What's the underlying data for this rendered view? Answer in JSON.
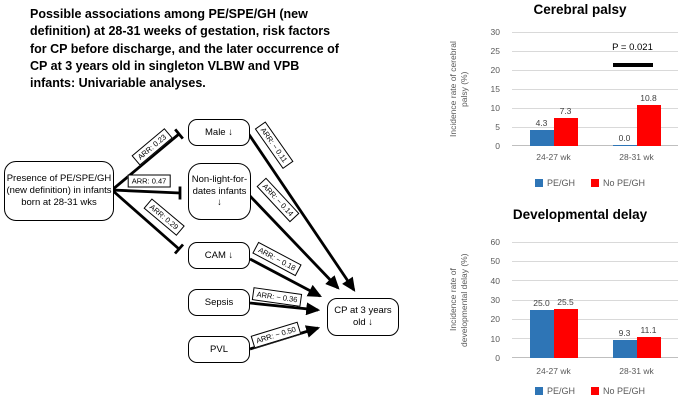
{
  "figure_title": "Possible associations among PE/SPE/GH (new definition) at 28-31 weeks of gestation, risk factors for CP before discharge, and the later occurrence of CP at 3 years old in singleton VLBW and VPB infants: Univariable analyses.",
  "diagram": {
    "source_box": "Presence of PE/SPE/GH (new definition) in infants born at 28-31 wks",
    "nodes": {
      "male": "Male ↓",
      "nonlight": "Non-light-for-dates infants ↓",
      "cam": "CAM ↓",
      "sepsis": "Sepsis",
      "pvl": "PVL"
    },
    "outcome_box": "CP at 3 years old ↓",
    "arr_labels": {
      "male_in": "ARR: 0.23",
      "nonlight_in": "ARR: 0.47",
      "cam_in": "ARR: 0.29",
      "male_out": "ARR: − 0.11",
      "nonlight_out": "ARR: − 0.14",
      "cam_out": "ARR: − 0.18",
      "sepsis_out": "ARR: − 0.36",
      "pvl_out": "ARR: − 0.50"
    }
  },
  "chart_data": [
    {
      "type": "bar",
      "title": "Cerebral palsy",
      "ylabel": "Incidence rate of cerebral palsy (%)",
      "xlabel": "",
      "categories": [
        "24-27 wk",
        "28-31 wk"
      ],
      "series": [
        {
          "name": "PE/GH",
          "color": "#2E75B6",
          "values": [
            4.3,
            0.0
          ]
        },
        {
          "name": "No PE/GH",
          "color": "#FF0000",
          "values": [
            7.3,
            10.8
          ]
        }
      ],
      "ylim": [
        0,
        30
      ],
      "ytick_step": 5,
      "grid": true,
      "legend_position": "bottom",
      "annotation": {
        "text": "P = 0.021",
        "group": "28-31 wk"
      }
    },
    {
      "type": "bar",
      "title": "Developmental delay",
      "ylabel": "Incidence rate of developmental delay (%)",
      "xlabel": "",
      "categories": [
        "24-27 wk",
        "28-31 wk"
      ],
      "series": [
        {
          "name": "PE/GH",
          "color": "#2E75B6",
          "values": [
            25.0,
            9.3
          ]
        },
        {
          "name": "No PE/GH",
          "color": "#FF0000",
          "values": [
            25.5,
            11.1
          ]
        }
      ],
      "ylim": [
        0,
        60
      ],
      "ytick_step": 10,
      "grid": true,
      "legend_position": "bottom"
    }
  ]
}
